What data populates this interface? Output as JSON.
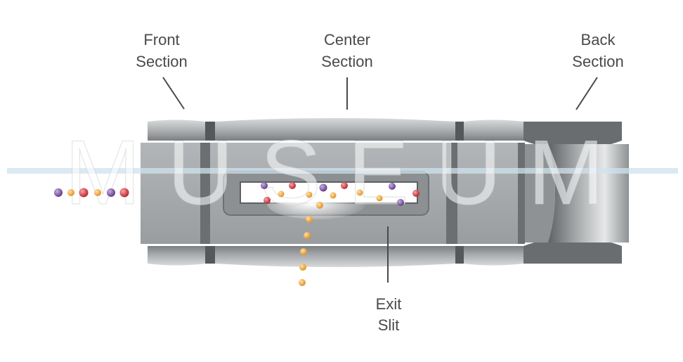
{
  "labels": {
    "front": [
      "Front",
      "Section"
    ],
    "center": [
      "Center",
      "Section"
    ],
    "back": [
      "Back",
      "Section"
    ],
    "exit": [
      "Exit",
      "Slit"
    ]
  },
  "watermark": "MUSEUM",
  "colors": {
    "ion_purple": "#7a4fa0",
    "ion_orange": "#f2a640",
    "ion_red": "#d8353d",
    "beam": "#cfe2ee",
    "body_light": "#a7aaac",
    "body_dark": "#6f7274"
  },
  "incoming_ions": [
    "purple",
    "orange",
    "red",
    "orange",
    "purple",
    "red"
  ],
  "ejected_ions_count": 7
}
